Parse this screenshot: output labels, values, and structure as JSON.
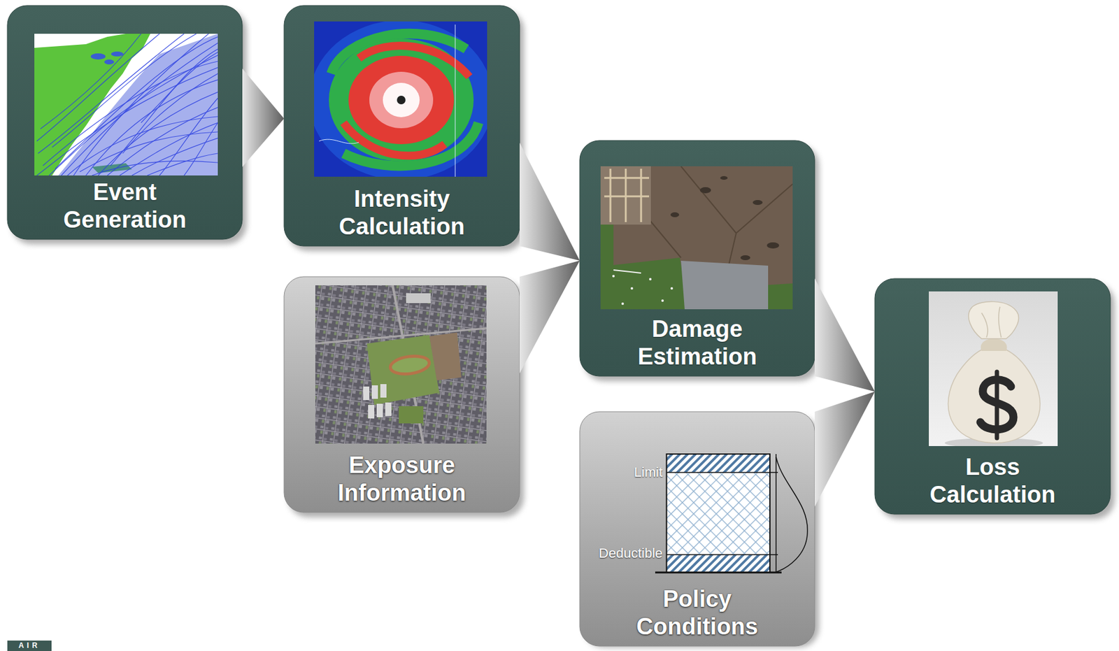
{
  "diagram": {
    "nodes": [
      {
        "text": [
          "Event Generation"
        ]
      },
      {
        "text": [
          "Intensity Calculation"
        ]
      },
      {
        "text": [
          "Exposure Information"
        ]
      },
      {
        "text": [
          "Damage Estimation"
        ]
      },
      {
        "text": [
          "Policy Conditions"
        ]
      },
      {
        "text": [
          "Loss Calculation"
        ]
      }
    ],
    "edges": [
      {
        "from": 0,
        "to": 1,
        "arrow": "to"
      },
      {
        "from": 1,
        "to": 3,
        "arrow": "to"
      },
      {
        "from": 2,
        "to": 3,
        "arrow": "to"
      },
      {
        "from": 3,
        "to": 5,
        "arrow": "to"
      },
      {
        "from": 4,
        "to": 5,
        "arrow": "to"
      }
    ],
    "labels": [
      "Limit",
      "Deductible",
      "AIR"
    ]
  }
}
